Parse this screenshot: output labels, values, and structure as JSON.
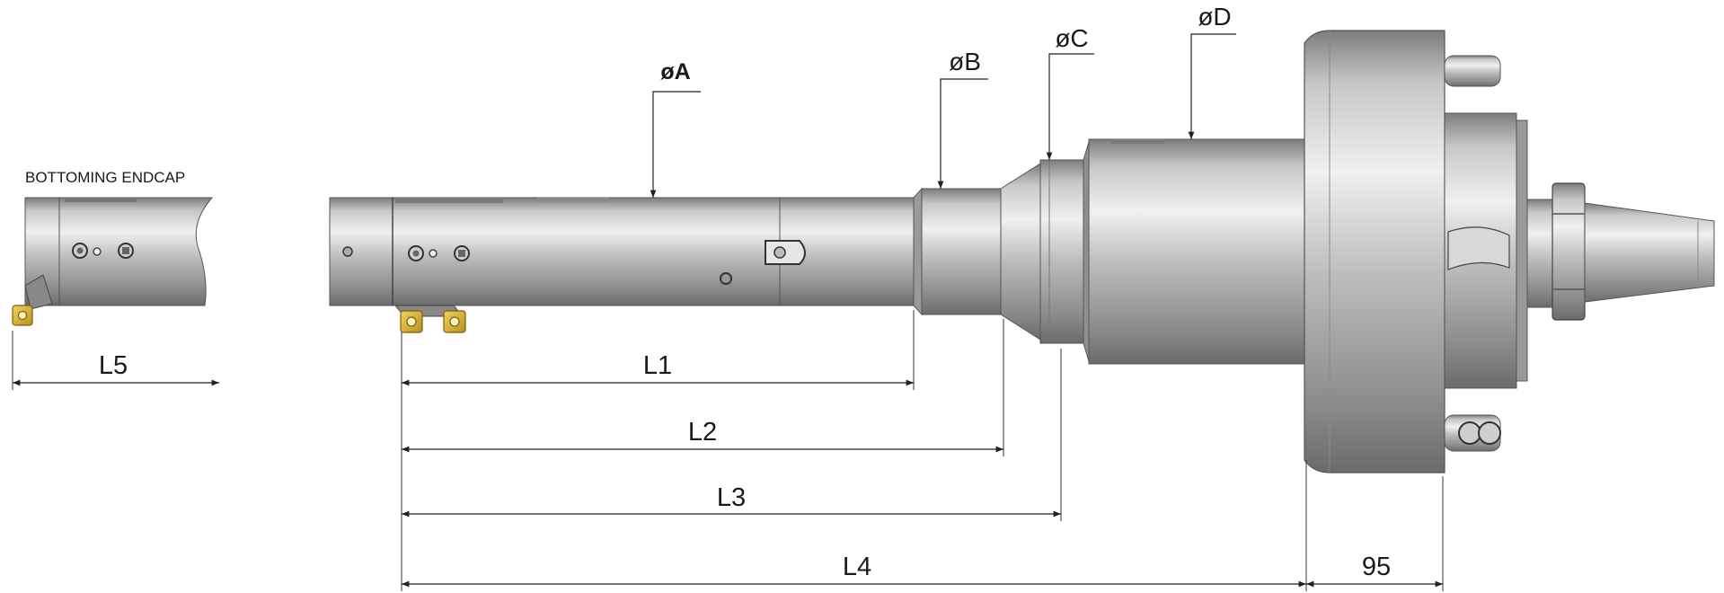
{
  "diagram": {
    "endcap_title": "BOTTOMING ENDCAP",
    "diameters": {
      "a": "øA",
      "b": "øB",
      "c": "øC",
      "d": "øD"
    },
    "lengths": {
      "l1": "L1",
      "l2": "L2",
      "l3": "L3",
      "l4": "L4",
      "l5": "L5",
      "flange": "95"
    }
  },
  "colors": {
    "highlight_label": "#a0289a",
    "steel_light": "#e3e3e3",
    "steel_mid": "#a9a9a9",
    "steel_dark": "#5a5a5a",
    "insert_gold": "#e0b83a",
    "dimension_line": "#222222"
  }
}
